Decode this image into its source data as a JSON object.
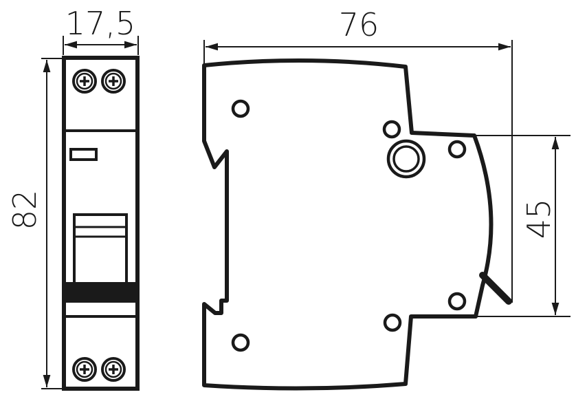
{
  "dimensions": {
    "width": "17,5",
    "depth": "76",
    "height": "82",
    "front_height": "45"
  },
  "colors": {
    "stroke": "#1a1a1a",
    "fill": "#ffffff"
  }
}
